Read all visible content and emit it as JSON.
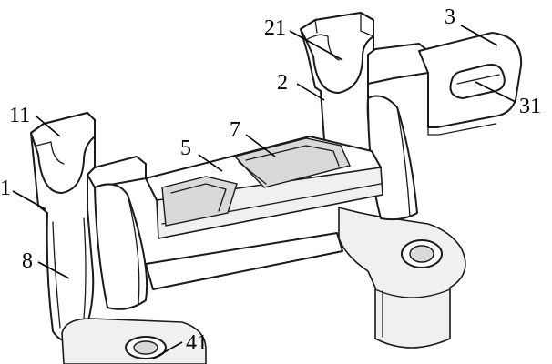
{
  "labels": {
    "l21": "21",
    "l3": "3",
    "l2": "2",
    "l31": "31",
    "l11": "11",
    "l7": "7",
    "l5": "5",
    "l1": "1",
    "l8": "8",
    "l41": "41"
  },
  "colors": {
    "line": "#1a1a1a",
    "background": "#ffffff"
  }
}
